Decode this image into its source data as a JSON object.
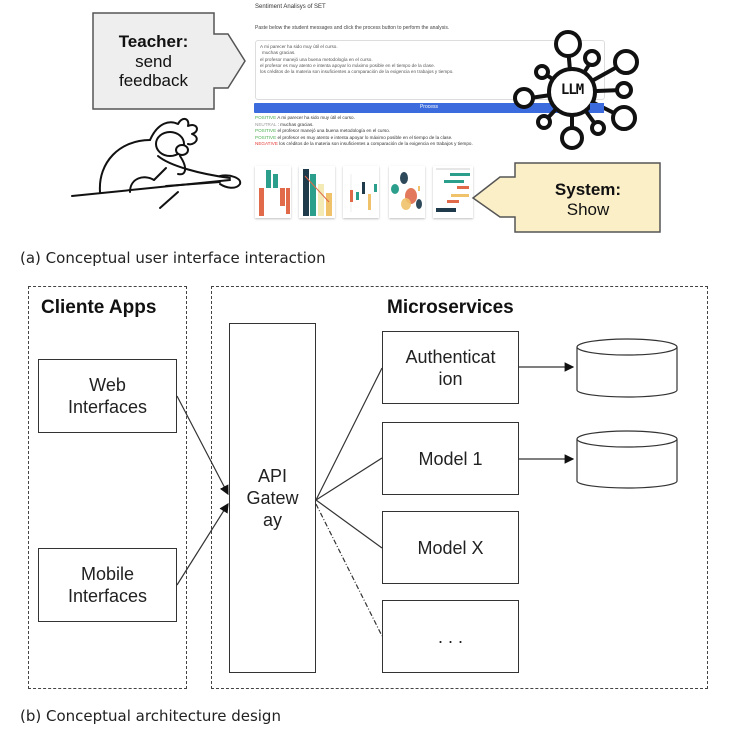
{
  "panel_a": {
    "teacher_callout": {
      "title": "Teacher:",
      "line1": "send",
      "line2": "feedback",
      "fill": "#eeeeee"
    },
    "system_callout": {
      "title": "System:",
      "line1": "Show",
      "fill": "#fbefc8"
    },
    "app": {
      "title": "Sentiment Analisys of SET",
      "instructions": "Paste below the student messages and click the process button to perform the analysis.",
      "input_lines": [
        "A mi parecer ha sido muy útil el curso.",
        "muchas gracias.",
        "el profesor manejó una buena metodología en el curso.",
        "el profesor es muy atento e intenta apoyar lo máximo posible en el tiempo de la clase.",
        "los créditos de la materia son insuficientes a comparación de la exigencia en trabajos y tiempo."
      ],
      "process_button": "Process",
      "button_color": "#3b6bdc",
      "results": [
        {
          "label": "POSITIVE",
          "text": "A mi parecer ha sido muy útil el curso."
        },
        {
          "label": "NEUTRAL",
          "text": ": muchas gracias."
        },
        {
          "label": "POSITIVE",
          "text": "el profesor manejó una buena metodología en el curso."
        },
        {
          "label": "POSITIVE",
          "text": "el profesor es muy atento e intenta apoyar lo máximo posible en el tiempo de la clase."
        },
        {
          "label": "NEGATIVE",
          "text": "los créditos de la materia son insuficientes a comparación de la exigencia en trabajos y tiempo."
        }
      ],
      "label_colors": {
        "POSITIVE": "#4caf50",
        "NEUTRAL": "#999999",
        "NEGATIVE": "#e53935"
      }
    },
    "llm_icon": {
      "label": "LLM"
    },
    "chart_thumbnails": [
      "waterfall-chart",
      "bar-trend-chart",
      "candlestick-chart",
      "bubble-chart",
      "gantt-chart"
    ],
    "caption": "(a) Conceptual user interface interaction"
  },
  "panel_b": {
    "client_apps": {
      "title": "Cliente Apps",
      "items": [
        {
          "line1": "Web",
          "line2": "Interfaces"
        },
        {
          "line1": "Mobile",
          "line2": "Interfaces"
        }
      ]
    },
    "microservices": {
      "title": "Microservices",
      "gateway": {
        "line1": "API",
        "line2": "Gatew",
        "line3": "ay"
      },
      "services": [
        {
          "line1": "Authenticat",
          "line2": "ion",
          "has_database": true
        },
        {
          "line1": "Model 1",
          "line2": "",
          "has_database": true
        },
        {
          "line1": "Model X",
          "line2": "",
          "has_database": false
        },
        {
          "line1": ". . .",
          "line2": "",
          "has_database": false
        }
      ]
    },
    "caption": "(b) Conceptual architecture design"
  }
}
